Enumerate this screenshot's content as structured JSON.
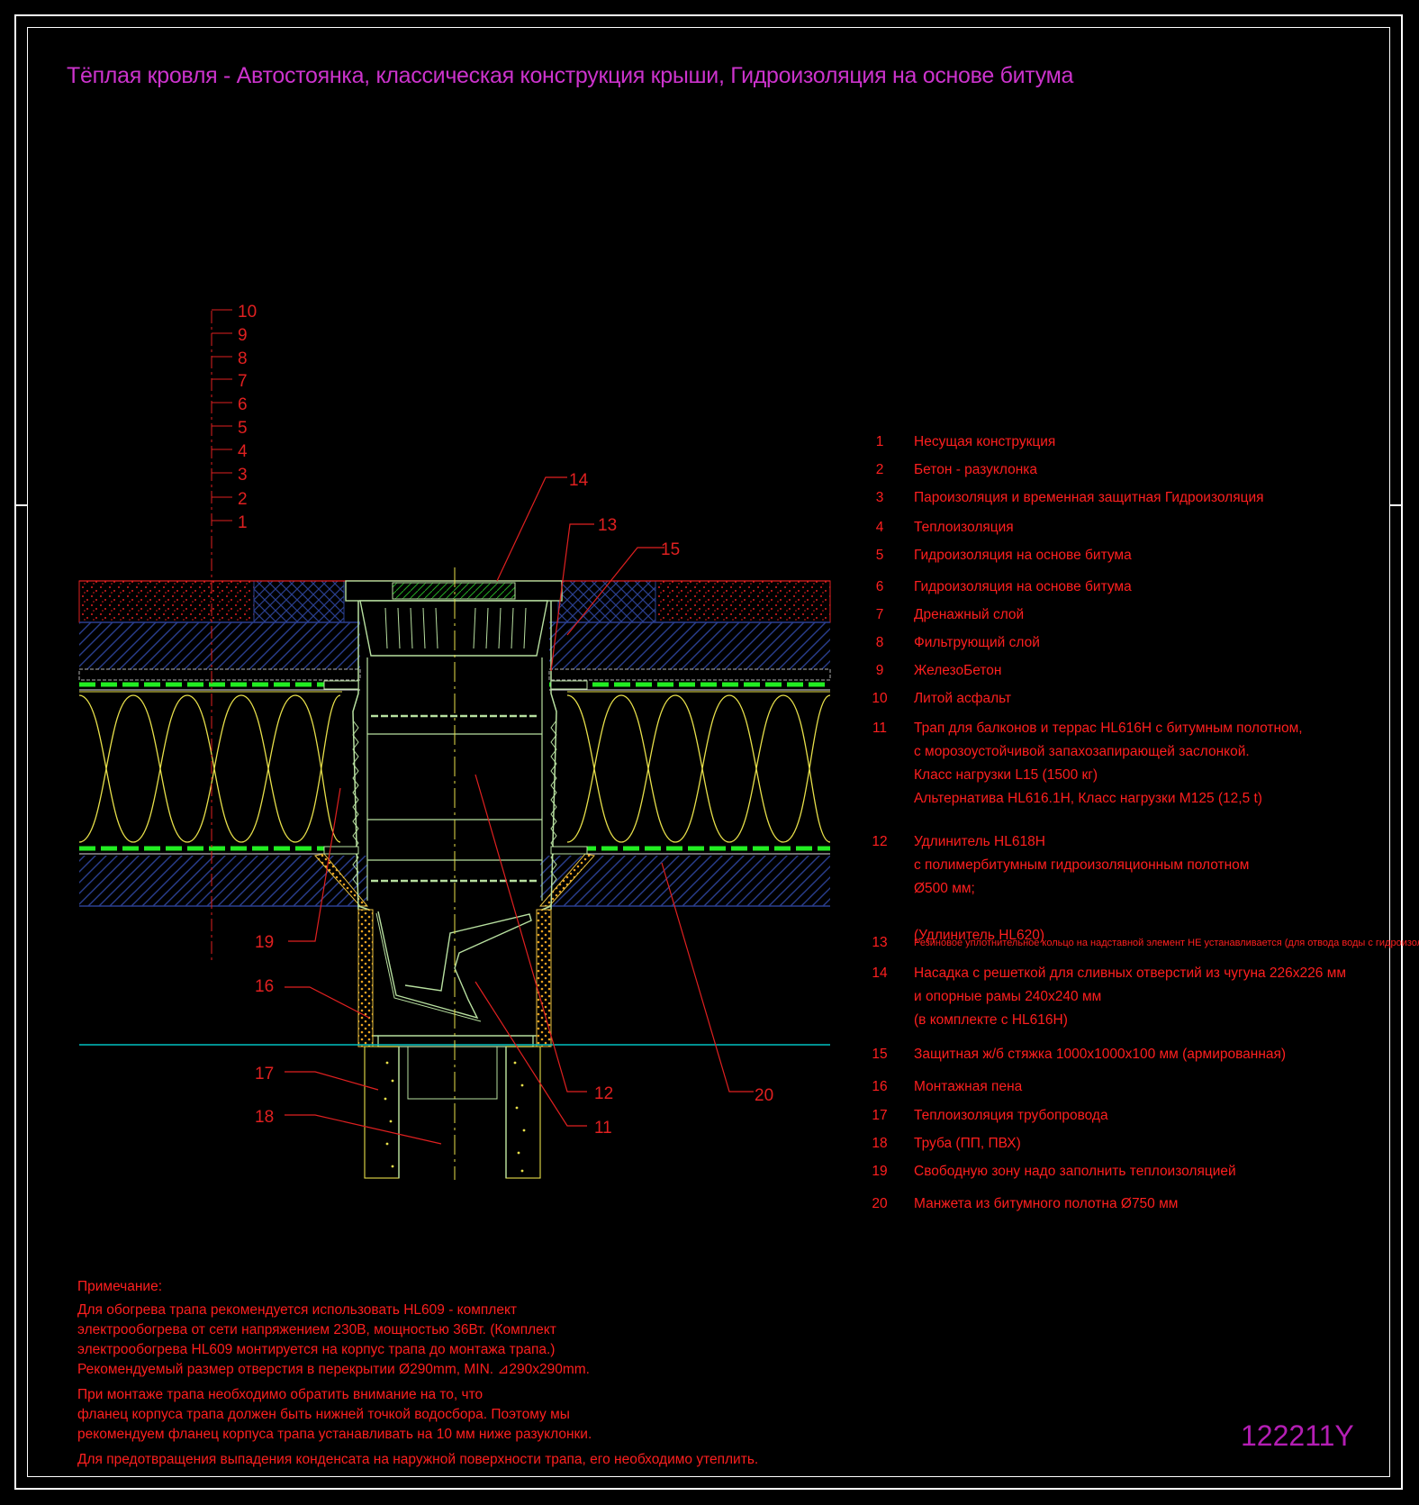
{
  "title": "Тёплая кровля - Автостоянка, классическая конструкция крыши, Гидроизоляция на основе битума",
  "drawing_code": "122211Y",
  "layer_scale": [
    "10",
    "9",
    "8",
    "7",
    "6",
    "5",
    "4",
    "3",
    "2",
    "1"
  ],
  "callouts": [
    "14",
    "13",
    "15",
    "19",
    "16",
    "17",
    "18",
    "12",
    "11",
    "20"
  ],
  "legend": [
    {
      "num": "1",
      "lines": [
        "Несущая конструкция"
      ]
    },
    {
      "num": "2",
      "lines": [
        "Бетон - разуклонка"
      ]
    },
    {
      "num": "3",
      "lines": [
        "Пароизоляция и временная защитная Гидроизоляция"
      ]
    },
    {
      "num": "4",
      "lines": [
        "Теплоизоляция"
      ]
    },
    {
      "num": "5",
      "lines": [
        "Гидроизоляция на основе битума"
      ]
    },
    {
      "num": "6",
      "lines": [
        "Гидроизоляция на основе битума"
      ]
    },
    {
      "num": "7",
      "lines": [
        "Дренажный слой"
      ]
    },
    {
      "num": "8",
      "lines": [
        "Фильтрующий слой"
      ]
    },
    {
      "num": "9",
      "lines": [
        "ЖелезоБетон"
      ]
    },
    {
      "num": "10",
      "lines": [
        "Литой асфальт"
      ]
    },
    {
      "num": "11",
      "lines": [
        "Трап для балконов и террас HL616H с битумным полотном,",
        "с морозоустойчивой запахозапирающей заслонкой.",
        "Класс нагрузки L15 (1500 кг)",
        "Альтернатива HL616.1H, Класс нагрузки M125 (12,5 t)"
      ]
    },
    {
      "num": "12",
      "lines": [
        "Удлинитель HL618H",
        " с полимербитумным гидроизоляционным полотном",
        "Ø500 мм;",
        "",
        "(Удлинитель HL620)"
      ]
    },
    {
      "num": "13",
      "lines": [
        "Резиновое уплотнительное кольцо на надставной элемент НЕ устанавливается (для отвода воды с гидроизоляции)"
      ]
    },
    {
      "num": "14",
      "lines": [
        "Насадка с решеткой для сливных отверстий из чугуна 226x226 мм",
        "и опорные рамы 240x240 мм",
        "(в комплекте с HL616H)"
      ]
    },
    {
      "num": "15",
      "lines": [
        "Защитная ж/б стяжка 1000x1000x100 мм (армированная)"
      ]
    },
    {
      "num": "16",
      "lines": [
        "Монтажная пена"
      ]
    },
    {
      "num": "17",
      "lines": [
        "Теплоизоляция трубопровода"
      ]
    },
    {
      "num": "18",
      "lines": [
        "Труба (ПП, ПВХ)"
      ]
    },
    {
      "num": "19",
      "lines": [
        "Свободную зону надо заполнить теплоизоляцией"
      ]
    },
    {
      "num": "20",
      "lines": [
        "Манжета из битумного полотна Ø750 мм"
      ]
    }
  ],
  "notes": [
    "Примечание:",
    "Для обогрева трапа рекомендуется использовать HL609 - комплект",
    "электрообогрева от сети напряжением 230В, мощностью 36Вт. (Комплект",
    "электрообогрева HL609 монтируется на корпус трапа до монтажа трапа.)",
    "Рекомендуемый размер отверстия в перекрытии Ø290mm, MIN. ⊿290x290mm.",
    "При монтаже трапа необходимо обратить внимание на то, что",
    "фланец корпуса трапа должен быть нижней точкой водосбора. Поэтому мы",
    "рекомендуем фланец корпуса трапа устанавливать на 10 мм ниже разуклонки.",
    "Для предотвращения выпадения конденсата на наружной поверхности трапа, его необходимо утеплить."
  ],
  "colors": {
    "background": "#000000",
    "title": "#cc33cc",
    "text": "#ff1f1f",
    "hatch_blue": "#2a3f8f",
    "insulation": "#e8e04a",
    "membrane": "#22ee22",
    "drain": "#b8e0a0",
    "ground": "#00c0c0"
  }
}
